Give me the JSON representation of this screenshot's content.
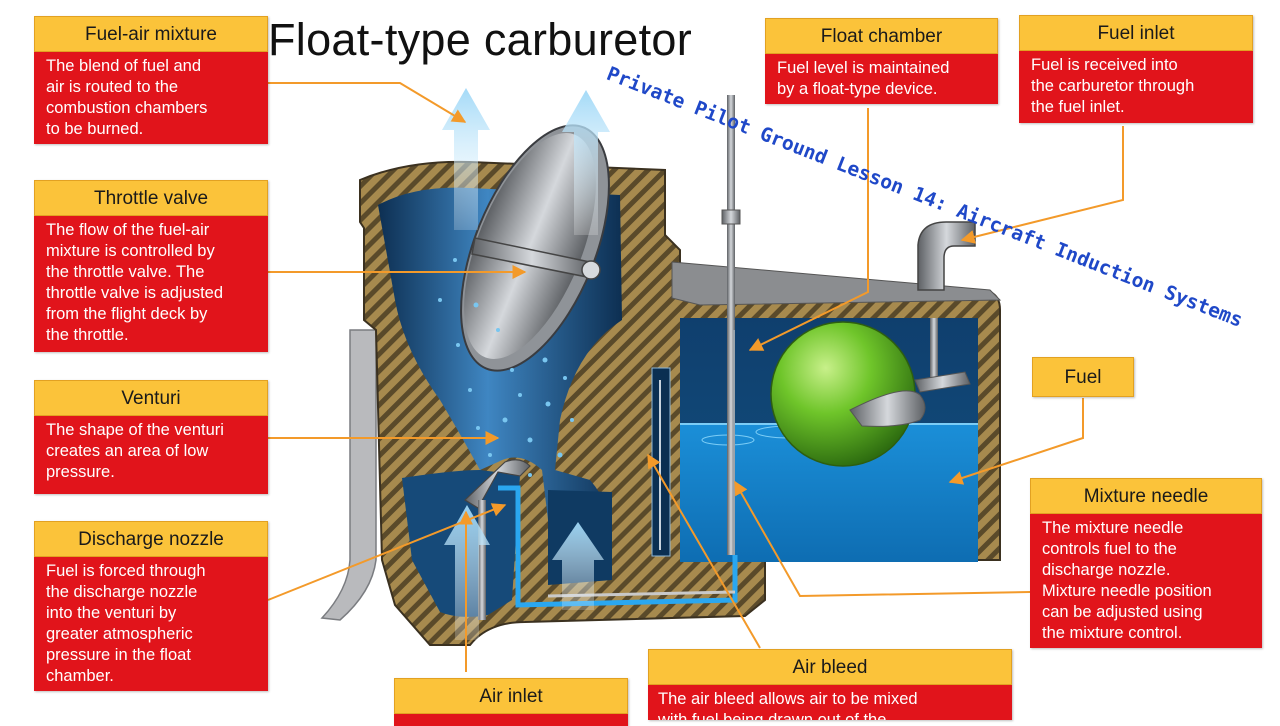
{
  "title": "Float-type carburetor",
  "overlay_caption": "Private Pilot Ground Lesson 14: Aircraft Induction Systems",
  "colors": {
    "label_header": "#fbc33a",
    "label_body": "#e1141b",
    "leader_line": "#f39a2a",
    "housing": "#a78a4e",
    "fuel_blue": "#1a8fd6",
    "float_green": "#6fc52a",
    "overlay_text": "#1f48c8"
  },
  "callouts": {
    "fuel_air_mixture": {
      "heading": "Fuel-air mixture",
      "lines": [
        "The blend of fuel and",
        "air is routed to the",
        "combustion chambers",
        "to be burned."
      ]
    },
    "throttle_valve": {
      "heading": "Throttle valve",
      "lines": [
        "The flow of the fuel-air",
        "mixture is controlled by",
        "the throttle valve. The",
        "throttle valve is adjusted",
        "from the flight deck by",
        "the throttle."
      ]
    },
    "venturi": {
      "heading": "Venturi",
      "lines": [
        "The shape of the venturi",
        "creates an area of low",
        "pressure."
      ]
    },
    "discharge_nozzle": {
      "heading": "Discharge nozzle",
      "lines": [
        "Fuel is forced through",
        "the discharge nozzle",
        "into the venturi by",
        "greater atmospheric",
        "pressure in the float",
        "chamber."
      ]
    },
    "air_inlet": {
      "heading": "Air inlet"
    },
    "float_chamber": {
      "heading": "Float chamber",
      "lines": [
        "Fuel level is maintained",
        "by a float-type device."
      ]
    },
    "fuel_inlet": {
      "heading": "Fuel inlet",
      "lines": [
        "Fuel is received into",
        "the carburetor through",
        "the fuel inlet."
      ]
    },
    "fuel": {
      "heading": "Fuel"
    },
    "mixture_needle": {
      "heading": "Mixture needle",
      "lines": [
        "The mixture needle",
        "controls fuel to the",
        "discharge nozzle.",
        "Mixture needle position",
        "can be adjusted using",
        "the mixture control."
      ]
    },
    "air_bleed": {
      "heading": "Air bleed",
      "lines": [
        "The air bleed allows air to be mixed",
        "with fuel being drawn out of the"
      ]
    }
  }
}
